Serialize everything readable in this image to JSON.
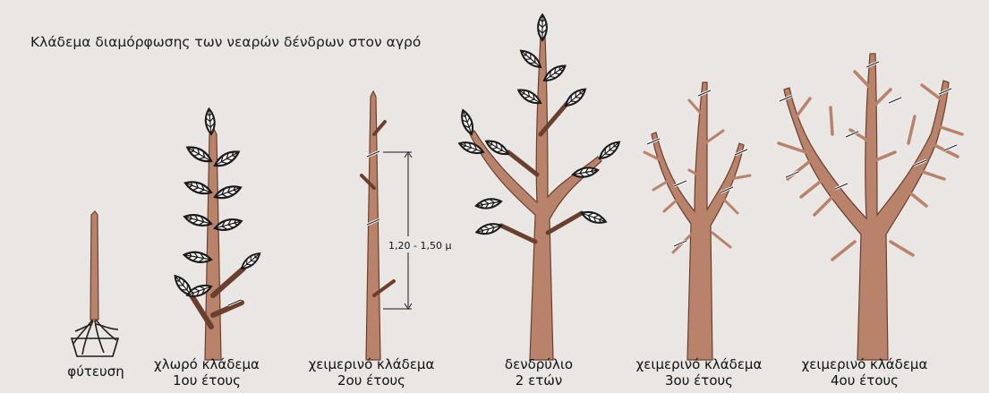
{
  "title": "Κλάδεμα διαμόρφωσης των νεαρών δένδρων στον αγρό",
  "measure_label": "1,20 - 1,50 μ",
  "stages": [
    {
      "line1": "φύτευση",
      "line2": ""
    },
    {
      "line1": "χλωρό κλάδεμα",
      "line2": "1ου έτους"
    },
    {
      "line1": "χειμερινό κλάδεμα",
      "line2": "2ου έτους"
    },
    {
      "line1": "δενδρύλιο",
      "line2": "2 ετών"
    },
    {
      "line1": "χειμερινό κλάδεμα",
      "line2": "3ου έτους"
    },
    {
      "line1": "χειμερινό κλάδεμα",
      "line2": "4ου έτους"
    }
  ],
  "colors": {
    "bark": "#b8826b",
    "bark_dark": "#6b3f2e",
    "leaf": "#ffffff",
    "leaf_outline": "#1a1a1a",
    "root": "#2a1d18",
    "background": "#e9e6e4",
    "text": "#111111"
  }
}
